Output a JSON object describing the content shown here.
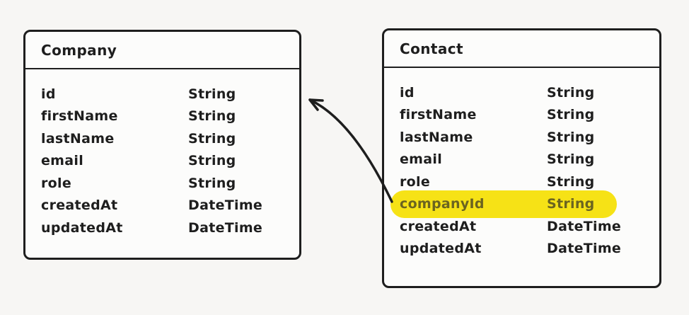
{
  "diagram": {
    "background_color": "#f7f6f4",
    "stroke_color": "#1e1e1e",
    "box_fill_color": "#fcfcfb",
    "highlight_color": "#f6e216",
    "highlight_text_color": "#6b6420"
  },
  "entities": [
    {
      "title": "Company",
      "fields": [
        {
          "name": "id",
          "type": "String"
        },
        {
          "name": "firstName",
          "type": "String"
        },
        {
          "name": "lastName",
          "type": "String"
        },
        {
          "name": "email",
          "type": "String"
        },
        {
          "name": "role",
          "type": "String"
        },
        {
          "name": "createdAt",
          "type": "DateTime"
        },
        {
          "name": "updatedAt",
          "type": "DateTime"
        }
      ]
    },
    {
      "title": "Contact",
      "fields": [
        {
          "name": "id",
          "type": "String"
        },
        {
          "name": "firstName",
          "type": "String"
        },
        {
          "name": "lastName",
          "type": "String"
        },
        {
          "name": "email",
          "type": "String"
        },
        {
          "name": "role",
          "type": "String"
        },
        {
          "name": "companyId",
          "type": "String",
          "highlighted": true
        },
        {
          "name": "createdAt",
          "type": "DateTime"
        },
        {
          "name": "updatedAt",
          "type": "DateTime"
        }
      ]
    }
  ],
  "relationship": {
    "from_entity": "Contact",
    "from_field": "companyId",
    "to_entity": "Company",
    "style": "curved-arrow"
  }
}
